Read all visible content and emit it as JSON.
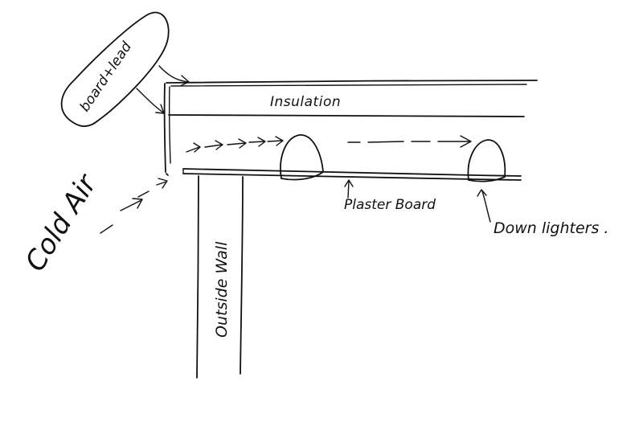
{
  "labels": {
    "board_lead": "board+lead",
    "insulation": "Insulation",
    "plaster_board": "Plaster Board",
    "down_lighters": "Down lighters .",
    "cold_air": "Cold Air",
    "outside_wall": "Outside Wall"
  },
  "colors": {
    "ink": "#111111",
    "paper": "#ffffff"
  }
}
